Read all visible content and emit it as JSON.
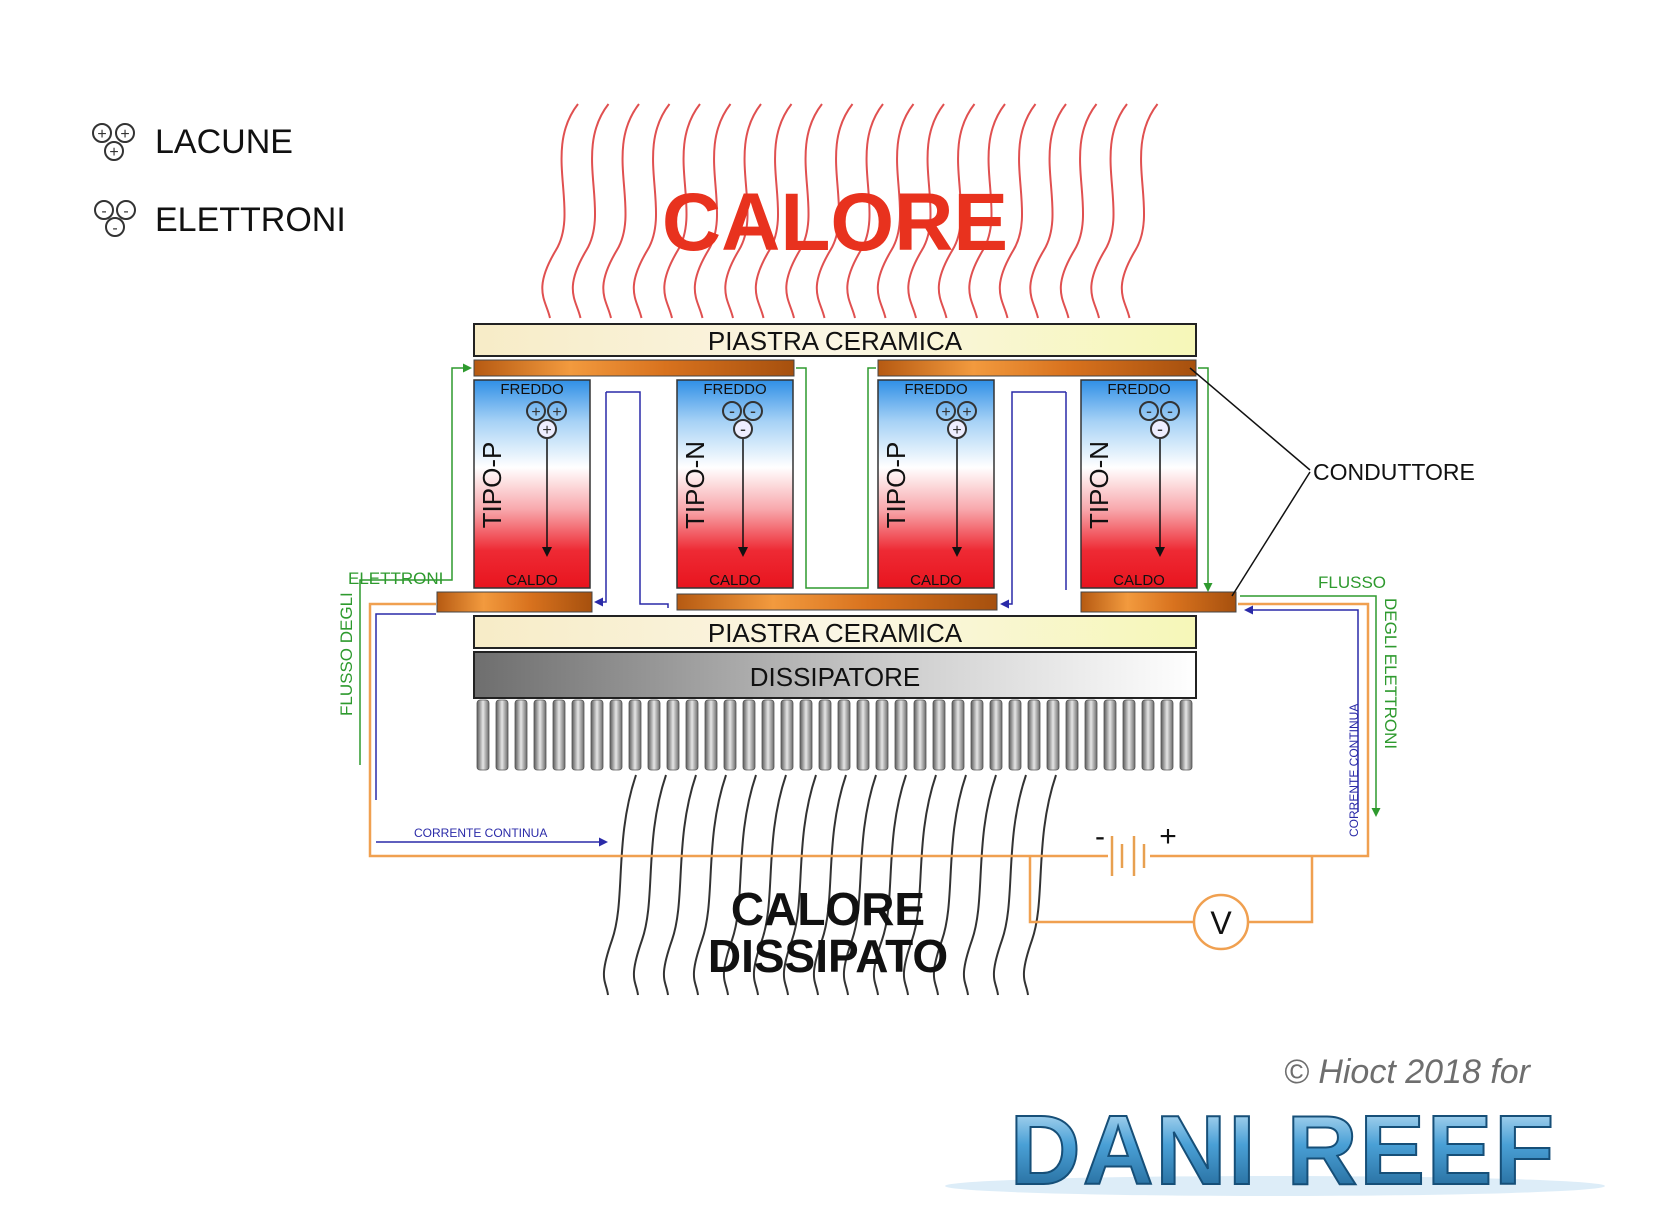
{
  "legend": {
    "holes_label": "LACUNE",
    "electrons_label": "ELETTRONI",
    "hole_symbol": "+",
    "electron_symbol": "-"
  },
  "heat_title": "CALORE",
  "ceramic_top_label": "PIASTRA CERAMICA",
  "ceramic_bottom_label": "PIASTRA CERAMICA",
  "heatsink_label": "DISSIPATORE",
  "conductor_label": "CONDUTTORE",
  "legs": [
    {
      "type_label": "TIPO-P",
      "cold_label": "FREDDO",
      "hot_label": "CALDO",
      "carrier": "holes"
    },
    {
      "type_label": "TIPO-N",
      "cold_label": "FREDDO",
      "hot_label": "CALDO",
      "carrier": "electrons"
    },
    {
      "type_label": "TIPO-P",
      "cold_label": "FREDDO",
      "hot_label": "CALDO",
      "carrier": "holes"
    },
    {
      "type_label": "TIPO-N",
      "cold_label": "FREDDO",
      "hot_label": "CALDO",
      "carrier": "electrons"
    }
  ],
  "left_flow": {
    "line1": "ELETTRONI",
    "line2": "FLUSSO DEGLI"
  },
  "right_flow": {
    "line1": "FLUSSO",
    "line2": "DEGLI ELETTRONI"
  },
  "dc_current_label": "CORRENTE CONTINUA",
  "battery_minus": "-",
  "battery_plus": "+",
  "voltmeter_label": "V",
  "dissipated_heat": {
    "line1": "CALORE",
    "line2": "DISSIPATO"
  },
  "copyright": "© Hioct 2018 for",
  "logo_text": "DANI REEF",
  "colors": {
    "heat_red": "#e8321e",
    "wire_orange": "#f0a050",
    "green": "#2e9a2e",
    "blue": "#2a2aa8",
    "hot_leg": "#e8141e",
    "cold_leg": "#2f8fe6",
    "logo_blue": "#2a7fb8"
  }
}
